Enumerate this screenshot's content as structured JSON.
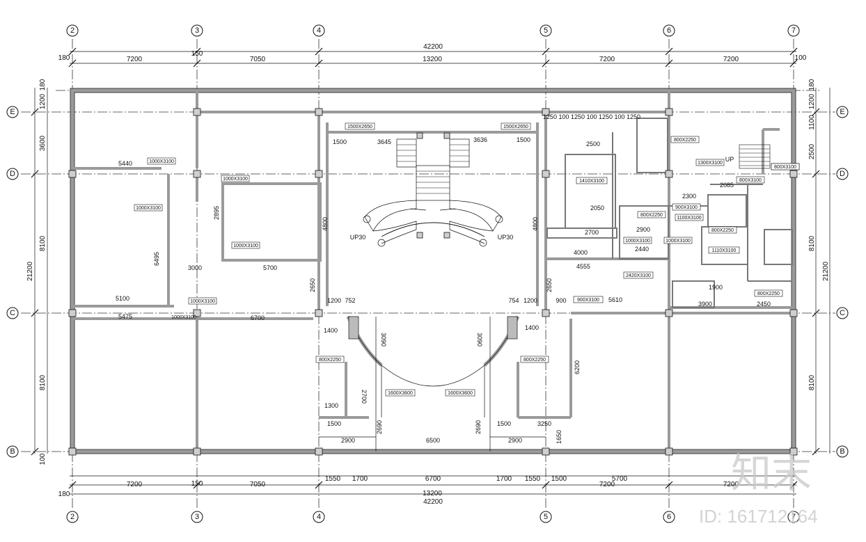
{
  "grid_columns": [
    "2",
    "3",
    "4",
    "5",
    "6",
    "7"
  ],
  "grid_rows": [
    "E",
    "D",
    "C",
    "B"
  ],
  "dimensions": {
    "overall_top": "42200",
    "overall_bottom": "42200",
    "top_segments": [
      "7200",
      "7050",
      "13200",
      "7200",
      "7200"
    ],
    "bottom_segments": [
      "7200",
      "7050",
      "13200",
      "7200",
      "7200"
    ],
    "bottom_detail": [
      "1550",
      "1700",
      "6700",
      "1700",
      "1550",
      "1500",
      "5700"
    ],
    "edge_small": "100",
    "edge_small_left": "180",
    "col3_offset": "150",
    "left_total": "21200",
    "right_total": "21200",
    "left_segments": [
      "1200",
      "3600",
      "8100",
      "8100"
    ],
    "right_segments": [
      "1200",
      "1100",
      "2500",
      "8100",
      "8100"
    ],
    "top_edge": "180"
  },
  "room_dims": {
    "d1": "5440",
    "d2": "5700",
    "d3": "3000",
    "d4": "5100",
    "d5": "5475",
    "d6": "6700",
    "d7": "6495",
    "d8": "2895",
    "d9": "4800",
    "d10": "4800",
    "d11": "2650",
    "d12": "2650",
    "d13": "1500",
    "d14": "3645",
    "d15": "3636",
    "d16": "1500",
    "d17": "2900",
    "d18": "6500",
    "d19": "2900",
    "d20": "3090",
    "d21": "3090",
    "d22": "6200",
    "d23": "5610",
    "d24": "4555",
    "d25": "4000",
    "d26": "2700",
    "d27": "2900",
    "d28": "2440",
    "d29": "2300",
    "d30": "2085",
    "d31": "3900",
    "d32": "2450",
    "d33": "1300",
    "d34": "1500",
    "d35": "1500",
    "d36": "3250",
    "d37": "1200",
    "d38": "752",
    "d39": "754",
    "d40": "1200",
    "d41": "900",
    "d42": "2500",
    "d43": "1250 100 1250 100 1250 100 1250",
    "d44": "1900",
    "d45": "2050",
    "d46": "1400",
    "d47": "1400",
    "d48": "2700",
    "d49": "1650",
    "d50": "2690",
    "d51": "2690"
  },
  "openings": {
    "o1": "1000X3100",
    "o2": "1000X3100",
    "o3": "1000X3100",
    "o4": "1000X3100",
    "o5": "1000X3100",
    "o6": "1000X3100",
    "o7": "1500X2650",
    "o8": "1500X2650",
    "o9": "800X2250",
    "o10": "1300X3100",
    "o11": "800X3100",
    "o12": "1410X3100",
    "o13": "800X2250",
    "o14": "900X3100",
    "o15": "1100X3100",
    "o16": "800X2250",
    "o17": "1000X3100",
    "o18": "1000X3100",
    "o19": "2420X3100",
    "o20": "1110X3100",
    "o21": "800X2250",
    "o22": "900X3100",
    "o23": "800X2250",
    "o24": "800X2250",
    "o25": "1600X3600",
    "o26": "1600X3600",
    "o27": "800X3100"
  },
  "labels": {
    "up_left": "UP30",
    "up_right": "UP30",
    "up_small": "UP"
  },
  "watermark": {
    "logo_text": "知末",
    "id_text": "ID: 161712164"
  },
  "colors": {
    "line": "#111111",
    "wall": "#9a9a9a",
    "bg": "#ffffff"
  }
}
